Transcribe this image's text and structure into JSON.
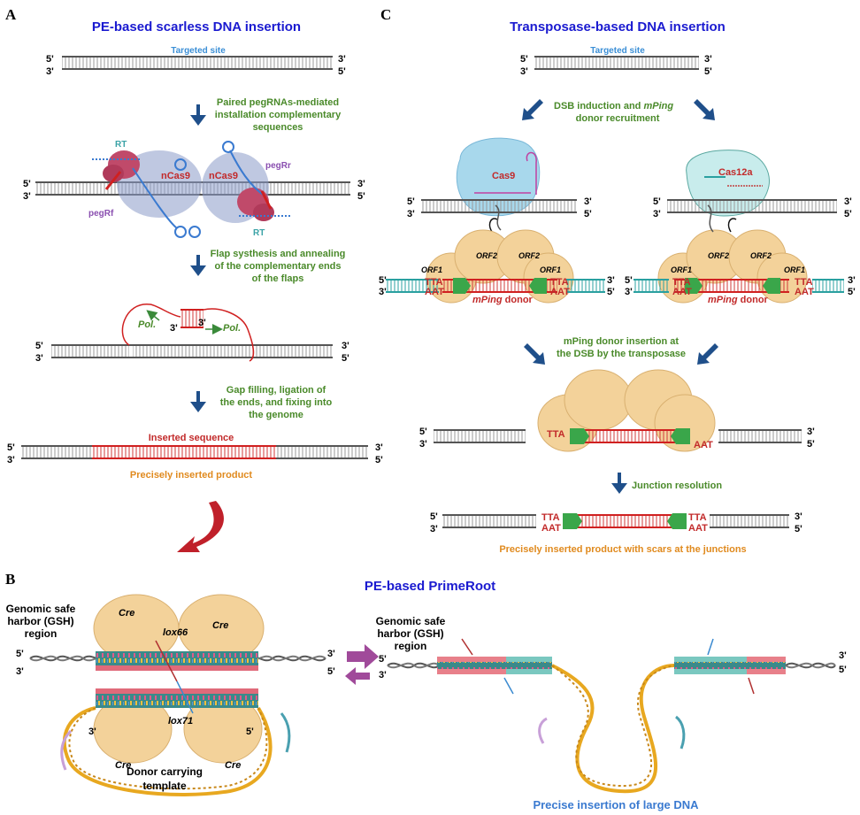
{
  "panels": {
    "a_letter": "A",
    "b_letter": "B",
    "c_letter": "C"
  },
  "panel_a": {
    "title": "PE-based scarless DNA insertion",
    "targeted_site": "Targeted site",
    "step1": [
      "Paired pegRNAs-mediated",
      "installation complementary",
      "sequences"
    ],
    "rt_left": "RT",
    "rt_right": "RT",
    "ncas9_left": "nCas9",
    "ncas9_right": "nCas9",
    "pegrf": "pegRf",
    "pegrr": "pegRr",
    "step2": [
      "Flap systhesis and annealing",
      "of the complementary ends",
      "of the flaps"
    ],
    "pol_left": "Pol.",
    "pol_right": "Pol.",
    "step3": [
      "Gap filling, ligation of",
      "the ends, and fixing into",
      "the genome"
    ],
    "inserted_sequence": "Inserted sequence",
    "product": "Precisely inserted product"
  },
  "panel_c": {
    "title": "Transposase-based  DNA insertion",
    "targeted_site": "Targeted site",
    "step1_a": "DSB induction and ",
    "step1_b": "mPing",
    "step1_c": "donor recruitment",
    "cas9": "Cas9",
    "cas12a": "Cas12a",
    "orf1": "ORF1",
    "orf2": "ORF2",
    "tta": "TTA",
    "aat": "AAT",
    "mping_a": "mPing",
    "mping_b": " donor",
    "step2": [
      "mPing donor insertion  at",
      "the DSB by the transposase"
    ],
    "step3": "Junction resolution",
    "product": "Precisely inserted product with scars at the junctions"
  },
  "panel_b": {
    "title": "PE-based PrimeRoot",
    "gsh_left": [
      "Genomic safe",
      "harbor (GSH)",
      "region"
    ],
    "gsh_right": [
      "Genomic safe",
      "harbor (GSH)",
      "region"
    ],
    "cre": "Cre",
    "lox66": "lox66",
    "lox71": "lox71",
    "donor": [
      "Donor carrying",
      "template"
    ],
    "result": "Precise insertion of large DNA"
  },
  "ends": {
    "five": "5'",
    "three": "3'"
  },
  "colors": {
    "title_blue": "#1a1ad0",
    "step_green": "#4a8a2a",
    "label_red": "#c22a2a",
    "product_orange": "#e08a1e",
    "arrow_blue": "#1f4f8a"
  }
}
